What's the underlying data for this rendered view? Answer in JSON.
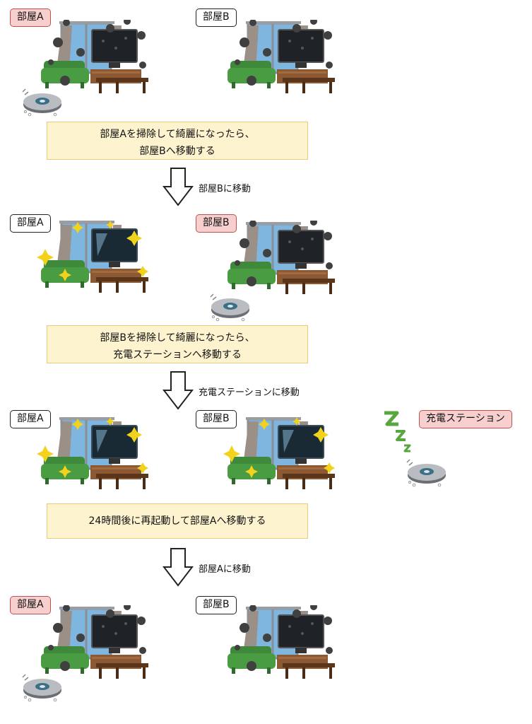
{
  "room_a": "部屋A",
  "room_b": "部屋B",
  "station": "充電ステーション",
  "msg1_line1": "部屋Aを掃除して綺麗になったら、",
  "msg1_line2": "部屋Bへ移動する",
  "step1": "部屋Bに移動",
  "msg2_line1": "部屋Bを掃除して綺麗になったら、",
  "msg2_line2": "充電ステーションへ移動する",
  "step2": "充電ステーションに移動",
  "msg3": "24時間後に再起動して部屋Aへ移動する",
  "step3": "部屋Aに移動",
  "colors": {
    "active_tag_fill": "#f8cfcf",
    "active_tag_border": "#c0524d",
    "message_fill": "#fdf3cf",
    "message_border": "#e6cc7c",
    "sofa": "#3f8a3a",
    "sparkle": "#f2d21a",
    "dust": "#404040",
    "zzz": "#58a63e"
  },
  "icons": [
    "dirty-room-illustration",
    "clean-room-illustration",
    "robot-vacuum-icon",
    "down-arrow-icon",
    "sleep-zzz-icon"
  ]
}
